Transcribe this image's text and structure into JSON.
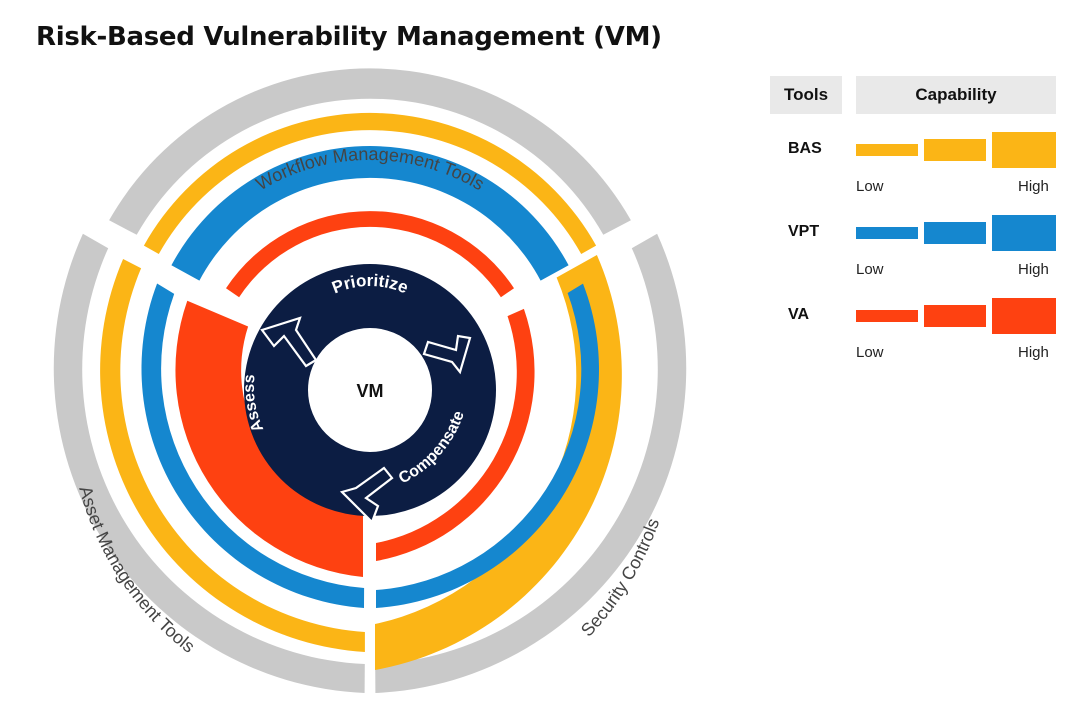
{
  "title": "Risk-Based Vulnerability Management (VM)",
  "colors": {
    "gray": "#c9c9c9",
    "yellow": "#fbb516",
    "blue": "#1587cf",
    "red": "#fe4111",
    "navy": "#0c1d43",
    "white": "#ffffff"
  },
  "diagram": {
    "outer_ring_labels": {
      "top": "Workflow Management Tools",
      "left": "Asset Management Tools",
      "right": "Security Controls"
    },
    "cycle_labels": {
      "prioritize": "Prioritize",
      "compensate": "Compensate",
      "assess": "Assess"
    },
    "center_label": "VM"
  },
  "legend": {
    "tools_header": "Tools",
    "capability_header": "Capability",
    "rows": [
      {
        "tool": "BAS",
        "color": "#fbb516",
        "low": "Low",
        "high": "High"
      },
      {
        "tool": "VPT",
        "color": "#1587cf",
        "low": "Low",
        "high": "High"
      },
      {
        "tool": "VA",
        "color": "#fe4111",
        "low": "Low",
        "high": "High"
      }
    ]
  }
}
